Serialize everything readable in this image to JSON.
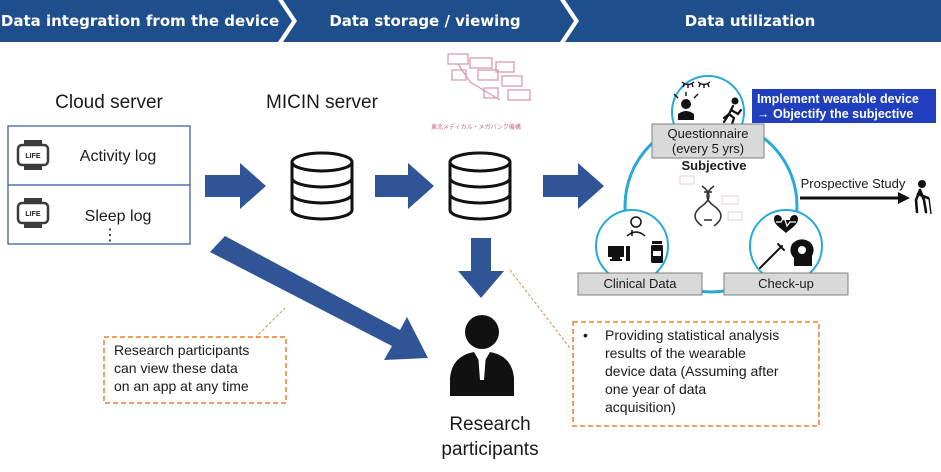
{
  "header": {
    "step1": "Data integration from the device",
    "step2": "Data storage / viewing",
    "step3": "Data utilization",
    "bg_color": "#1f4e8c"
  },
  "cloud": {
    "title": "Cloud server",
    "badge": "LIFE",
    "activity": "Activity log",
    "sleep": "Sleep log",
    "more": "⋮"
  },
  "micin": {
    "title": "MICIN server"
  },
  "logo": {
    "caption": "東北メディカル・メガバンク機構"
  },
  "participants": {
    "line1": "Research",
    "line2": "participants"
  },
  "note_left": {
    "line1": "Research participants",
    "line2": "can view these data",
    "line3": "on an app at any time"
  },
  "note_right": {
    "bullet": "•",
    "line1": "Providing statistical analysis",
    "line2": "results of the wearable",
    "line3": "device data (Assuming after",
    "line4": "one year of data",
    "line5": "acquisition)"
  },
  "utilization": {
    "questionnaire1": "Questionnaire",
    "questionnaire2": "(every 5 yrs)",
    "subjective": "Subjective",
    "clinical": "Clinical Data",
    "checkup": "Check-up",
    "callout1": "Implement wearable device",
    "callout2": "→ Objectify the subjective",
    "prospective": "Prospective Study"
  },
  "colors": {
    "arrow": "#2f5597",
    "cycle": "#29a9d8",
    "label_box": "#d9d9d9",
    "note_border": "#ed7d31",
    "callout_bg": "#1f3fbf"
  }
}
